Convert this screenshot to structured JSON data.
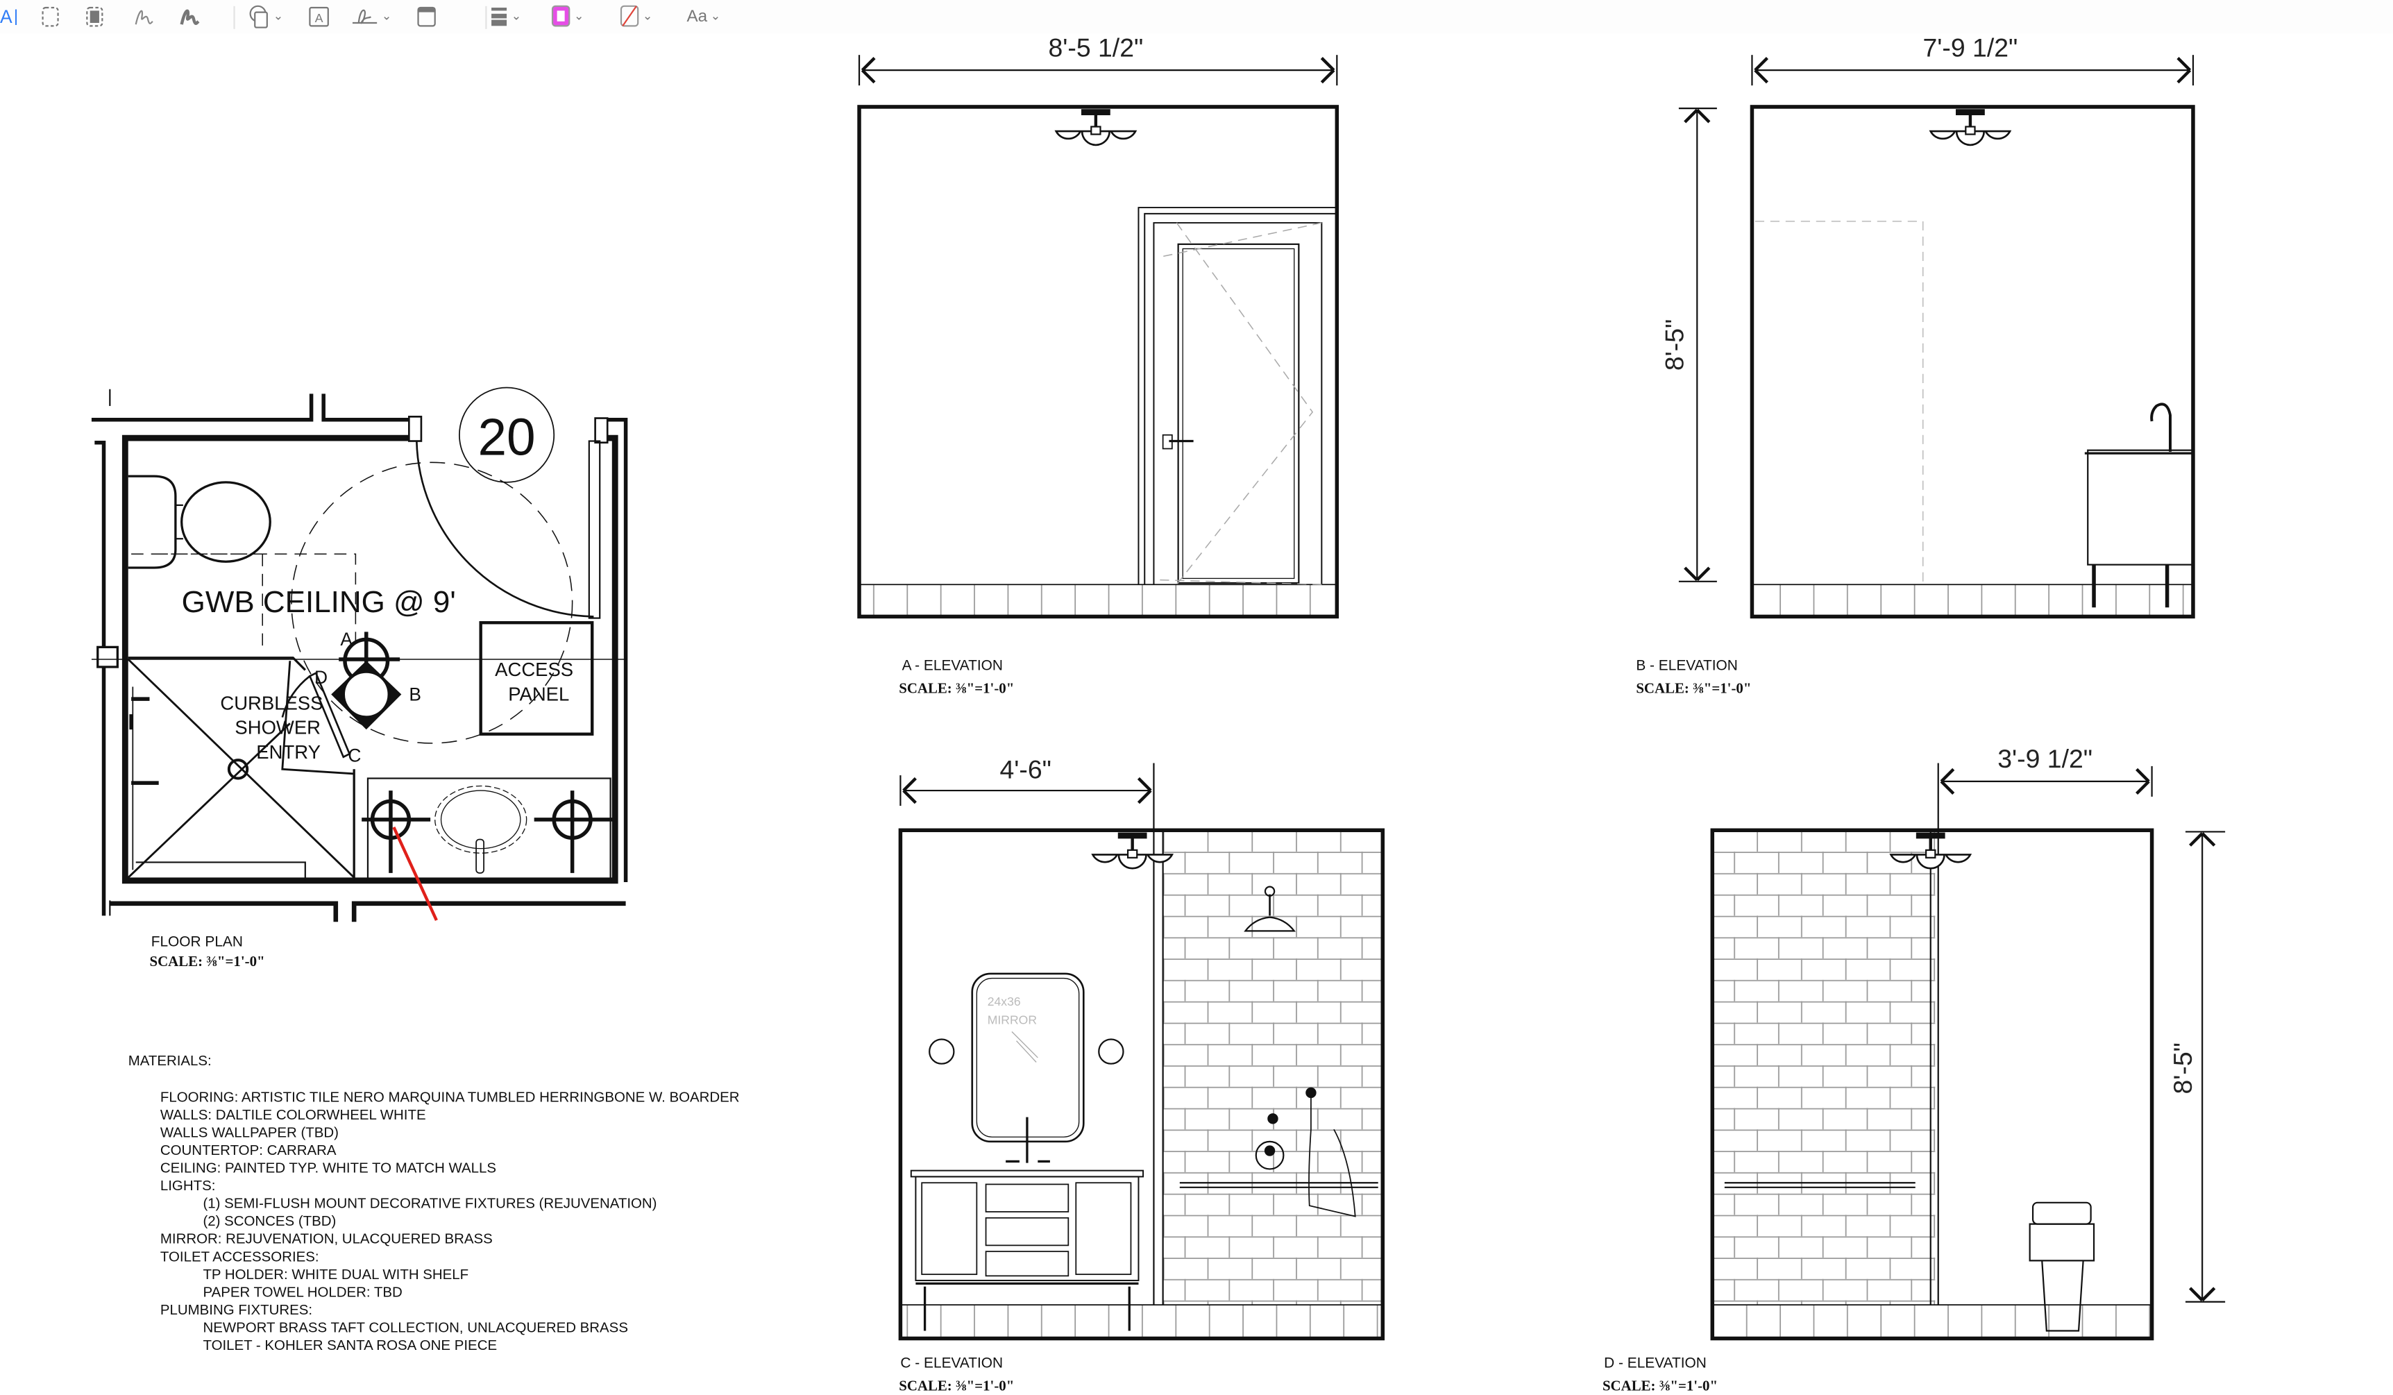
{
  "toolbar": {
    "tools": [
      "text-selection",
      "rectangular-selection",
      "smart-lasso",
      "sketch",
      "draw",
      "shapes",
      "text-box",
      "sign",
      "note",
      "line-style",
      "border-color",
      "fill-color",
      "text-style"
    ],
    "text_style_label": "Aa",
    "text_label": "A",
    "border_color": "#e64ee6",
    "fill_slash_color": "#e0443a",
    "selection_color": "#2f7cf6"
  },
  "floor_plan": {
    "room_number": "20",
    "ceiling_note": "GWB CEILING @ 9'",
    "access_panel": [
      "ACCESS",
      "PANEL"
    ],
    "shower_note": [
      "CURBLESS",
      "SHOWER",
      "ENTRY"
    ],
    "markers": [
      "A",
      "B",
      "C",
      "D"
    ],
    "title": "FLOOR PLAN",
    "scale": "SCALE: ⅜\"=1'-0\""
  },
  "elevations": {
    "a": {
      "title": "A - ELEVATION",
      "scale": "SCALE: ⅜\"=1'-0\"",
      "width_dim": "8'-5 1/2\""
    },
    "b": {
      "title": "B - ELEVATION",
      "scale": "SCALE: ⅜\"=1'-0\"",
      "width_dim": "7'-9 1/2\"",
      "height_dim": "8'-5\""
    },
    "c": {
      "title": "C - ELEVATION",
      "scale": "SCALE: ⅜\"=1'-0\"",
      "width_dim": "4'-6\"",
      "mirror_label": [
        "24x36",
        "MIRROR"
      ]
    },
    "d": {
      "title": "D - ELEVATION",
      "scale": "SCALE: ⅜\"=1'-0\"",
      "width_dim": "3'-9 1/2\"",
      "height_dim": "8'-5\""
    }
  },
  "materials": {
    "heading": "MATERIALS:",
    "lines": [
      {
        "indent": 1,
        "text": "FLOORING: ARTISTIC TILE NERO MARQUINA TUMBLED HERRINGBONE W. BOARDER"
      },
      {
        "indent": 1,
        "text": "WALLS: DALTILE COLORWHEEL WHITE"
      },
      {
        "indent": 1,
        "text": "WALLS WALLPAPER (TBD)"
      },
      {
        "indent": 1,
        "text": "COUNTERTOP: CARRARA"
      },
      {
        "indent": 1,
        "text": "CEILING: PAINTED TYP. WHITE TO MATCH WALLS"
      },
      {
        "indent": 1,
        "text": "LIGHTS:"
      },
      {
        "indent": 2,
        "text": "(1) SEMI-FLUSH MOUNT DECORATIVE FIXTURES (REJUVENATION)"
      },
      {
        "indent": 2,
        "text": "(2) SCONCES (TBD)"
      },
      {
        "indent": 1,
        "text": "MIRROR: REJUVENATION, ULACQUERED BRASS"
      },
      {
        "indent": 1,
        "text": "TOILET ACCESSORIES:"
      },
      {
        "indent": 2,
        "text": "TP HOLDER: WHITE DUAL WITH SHELF"
      },
      {
        "indent": 2,
        "text": "PAPER TOWEL HOLDER: TBD"
      },
      {
        "indent": 1,
        "text": "PLUMBING FIXTURES:"
      },
      {
        "indent": 2,
        "text": "NEWPORT BRASS TAFT COLLECTION, UNLACQUERED BRASS"
      },
      {
        "indent": 2,
        "text": "TOILET - KOHLER SANTA ROSA ONE PIECE"
      }
    ]
  }
}
